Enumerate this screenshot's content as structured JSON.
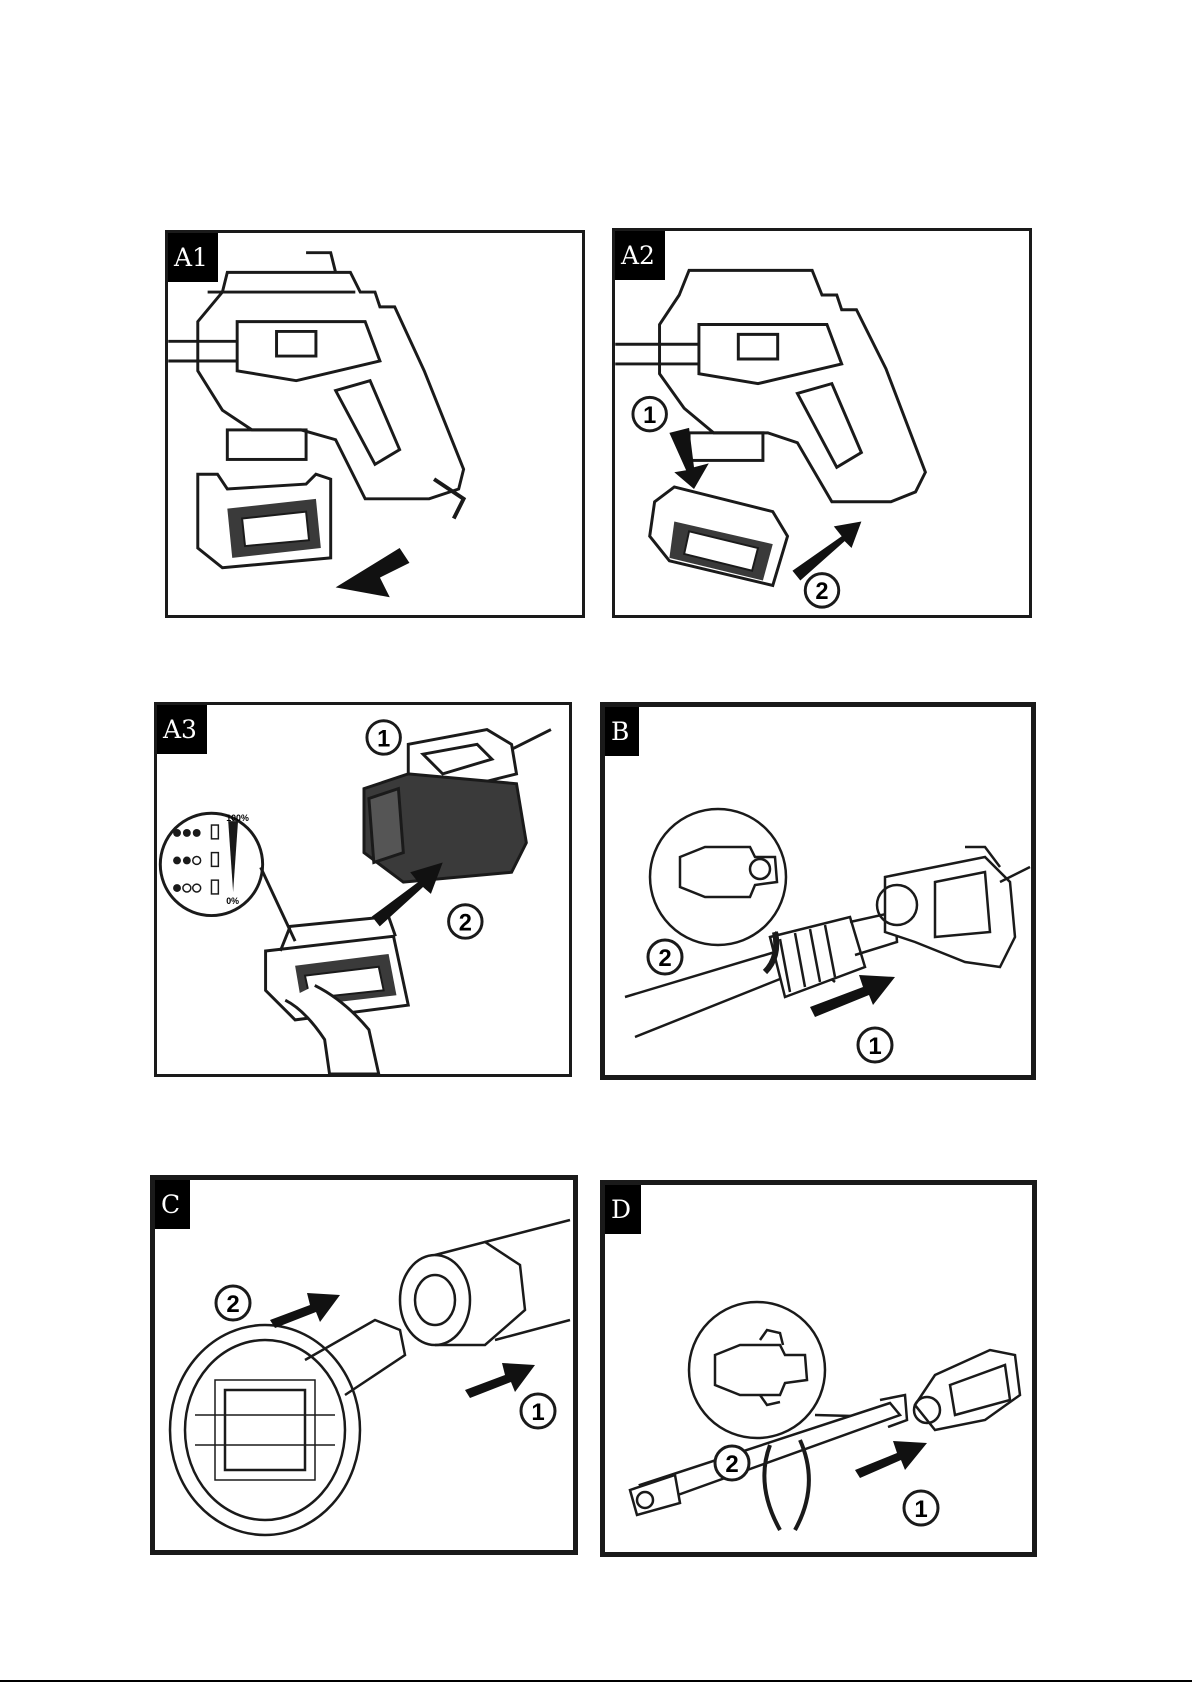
{
  "panels": [
    {
      "id": "A1",
      "label": "A1",
      "badges": []
    },
    {
      "id": "A2",
      "label": "A2",
      "badges": [
        "1",
        "2"
      ]
    },
    {
      "id": "A3",
      "label": "A3",
      "badges": [
        "1",
        "2"
      ],
      "charge_scale": {
        "top": "100%",
        "bottom": "0%"
      }
    },
    {
      "id": "B",
      "label": "B",
      "badges": [
        "1",
        "2"
      ]
    },
    {
      "id": "C",
      "label": "C",
      "badges": [
        "1",
        "2"
      ]
    },
    {
      "id": "D",
      "label": "D",
      "badges": [
        "1",
        "2"
      ]
    }
  ],
  "colors": {
    "line": "#1a1a1a",
    "tag_bg": "#000000",
    "arrow": "#111111",
    "battery_dark": "#3a3a3a"
  }
}
